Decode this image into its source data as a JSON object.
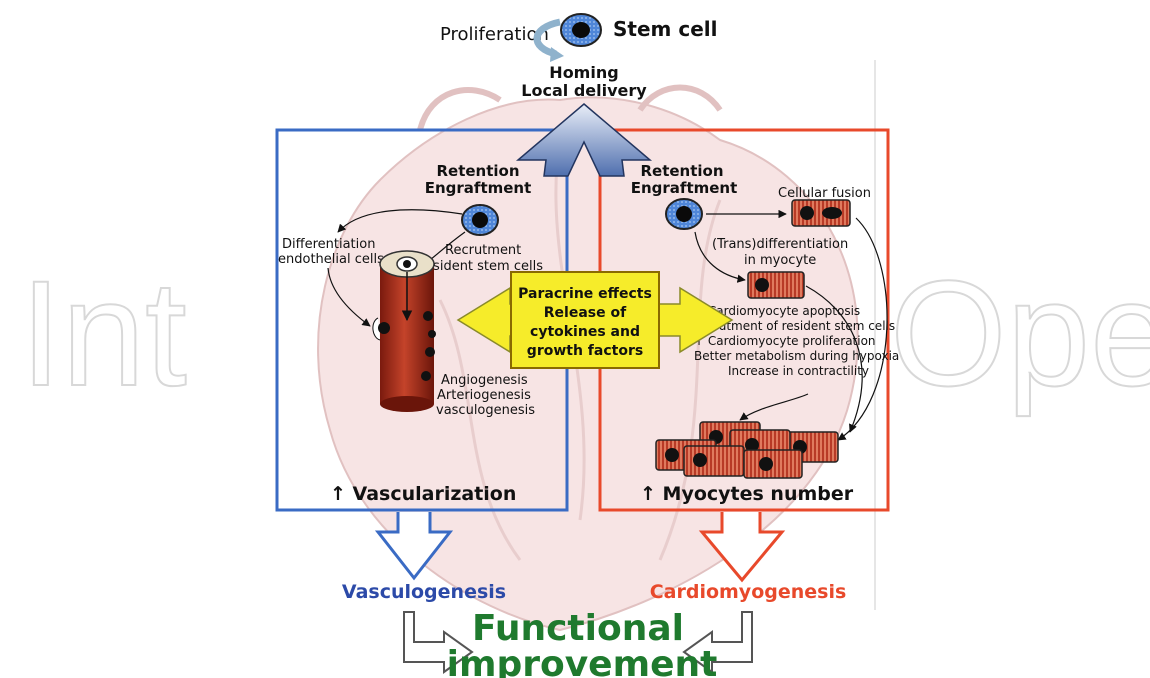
{
  "stem_cell": {
    "proliferation": "Proliferation",
    "label": "Stem cell"
  },
  "homing": {
    "line1": "Homing",
    "line2": "Local delivery"
  },
  "watermark": {
    "left": "Int",
    "right": "Open"
  },
  "left_panel": {
    "retention_line1": "Retention",
    "retention_line2": "Engraftment",
    "differentiation_line1": "Differentiation",
    "differentiation_line2": "endothelial cells",
    "recruitment_line1": "Recrutment",
    "recruitment_line2": "resident stem cells",
    "angio_lines": [
      "Angiogenesis",
      "Arteriogenesis",
      "vasculogenesis"
    ],
    "result": "↑ Vascularization",
    "outcome": "Vasculogenesis"
  },
  "right_panel": {
    "retention_line1": "Retention",
    "retention_line2": "Engraftment",
    "fusion": "Cellular fusion",
    "trans_line1": "(Trans)differentiation",
    "trans_line2": "in myocyte",
    "effects": [
      "↓ Cardiomyocyte apoptosis",
      "Recrutment of resident stem cells",
      "↑ Cardiomyocyte proliferation",
      "Better metabolism during hypoxia",
      "Increase in contractility"
    ],
    "result": "↑ Myocytes number",
    "outcome": "Cardiomyogenesis"
  },
  "paracrine": {
    "lines": [
      "Paracrine effects",
      "Release of",
      "cytokines and",
      "growth factors"
    ]
  },
  "functional": {
    "line1": "Functional",
    "line2": "improvement"
  },
  "colors": {
    "blue": "#3a6bc4",
    "red": "#e8492b",
    "green": "#1f7a2e",
    "outcome_blue": "#2c4aa8",
    "outcome_red": "#e8492b",
    "vessel": "#b8341e",
    "cell_blue": "#3f74c8",
    "paracrine_box": "#f6ec2a"
  }
}
